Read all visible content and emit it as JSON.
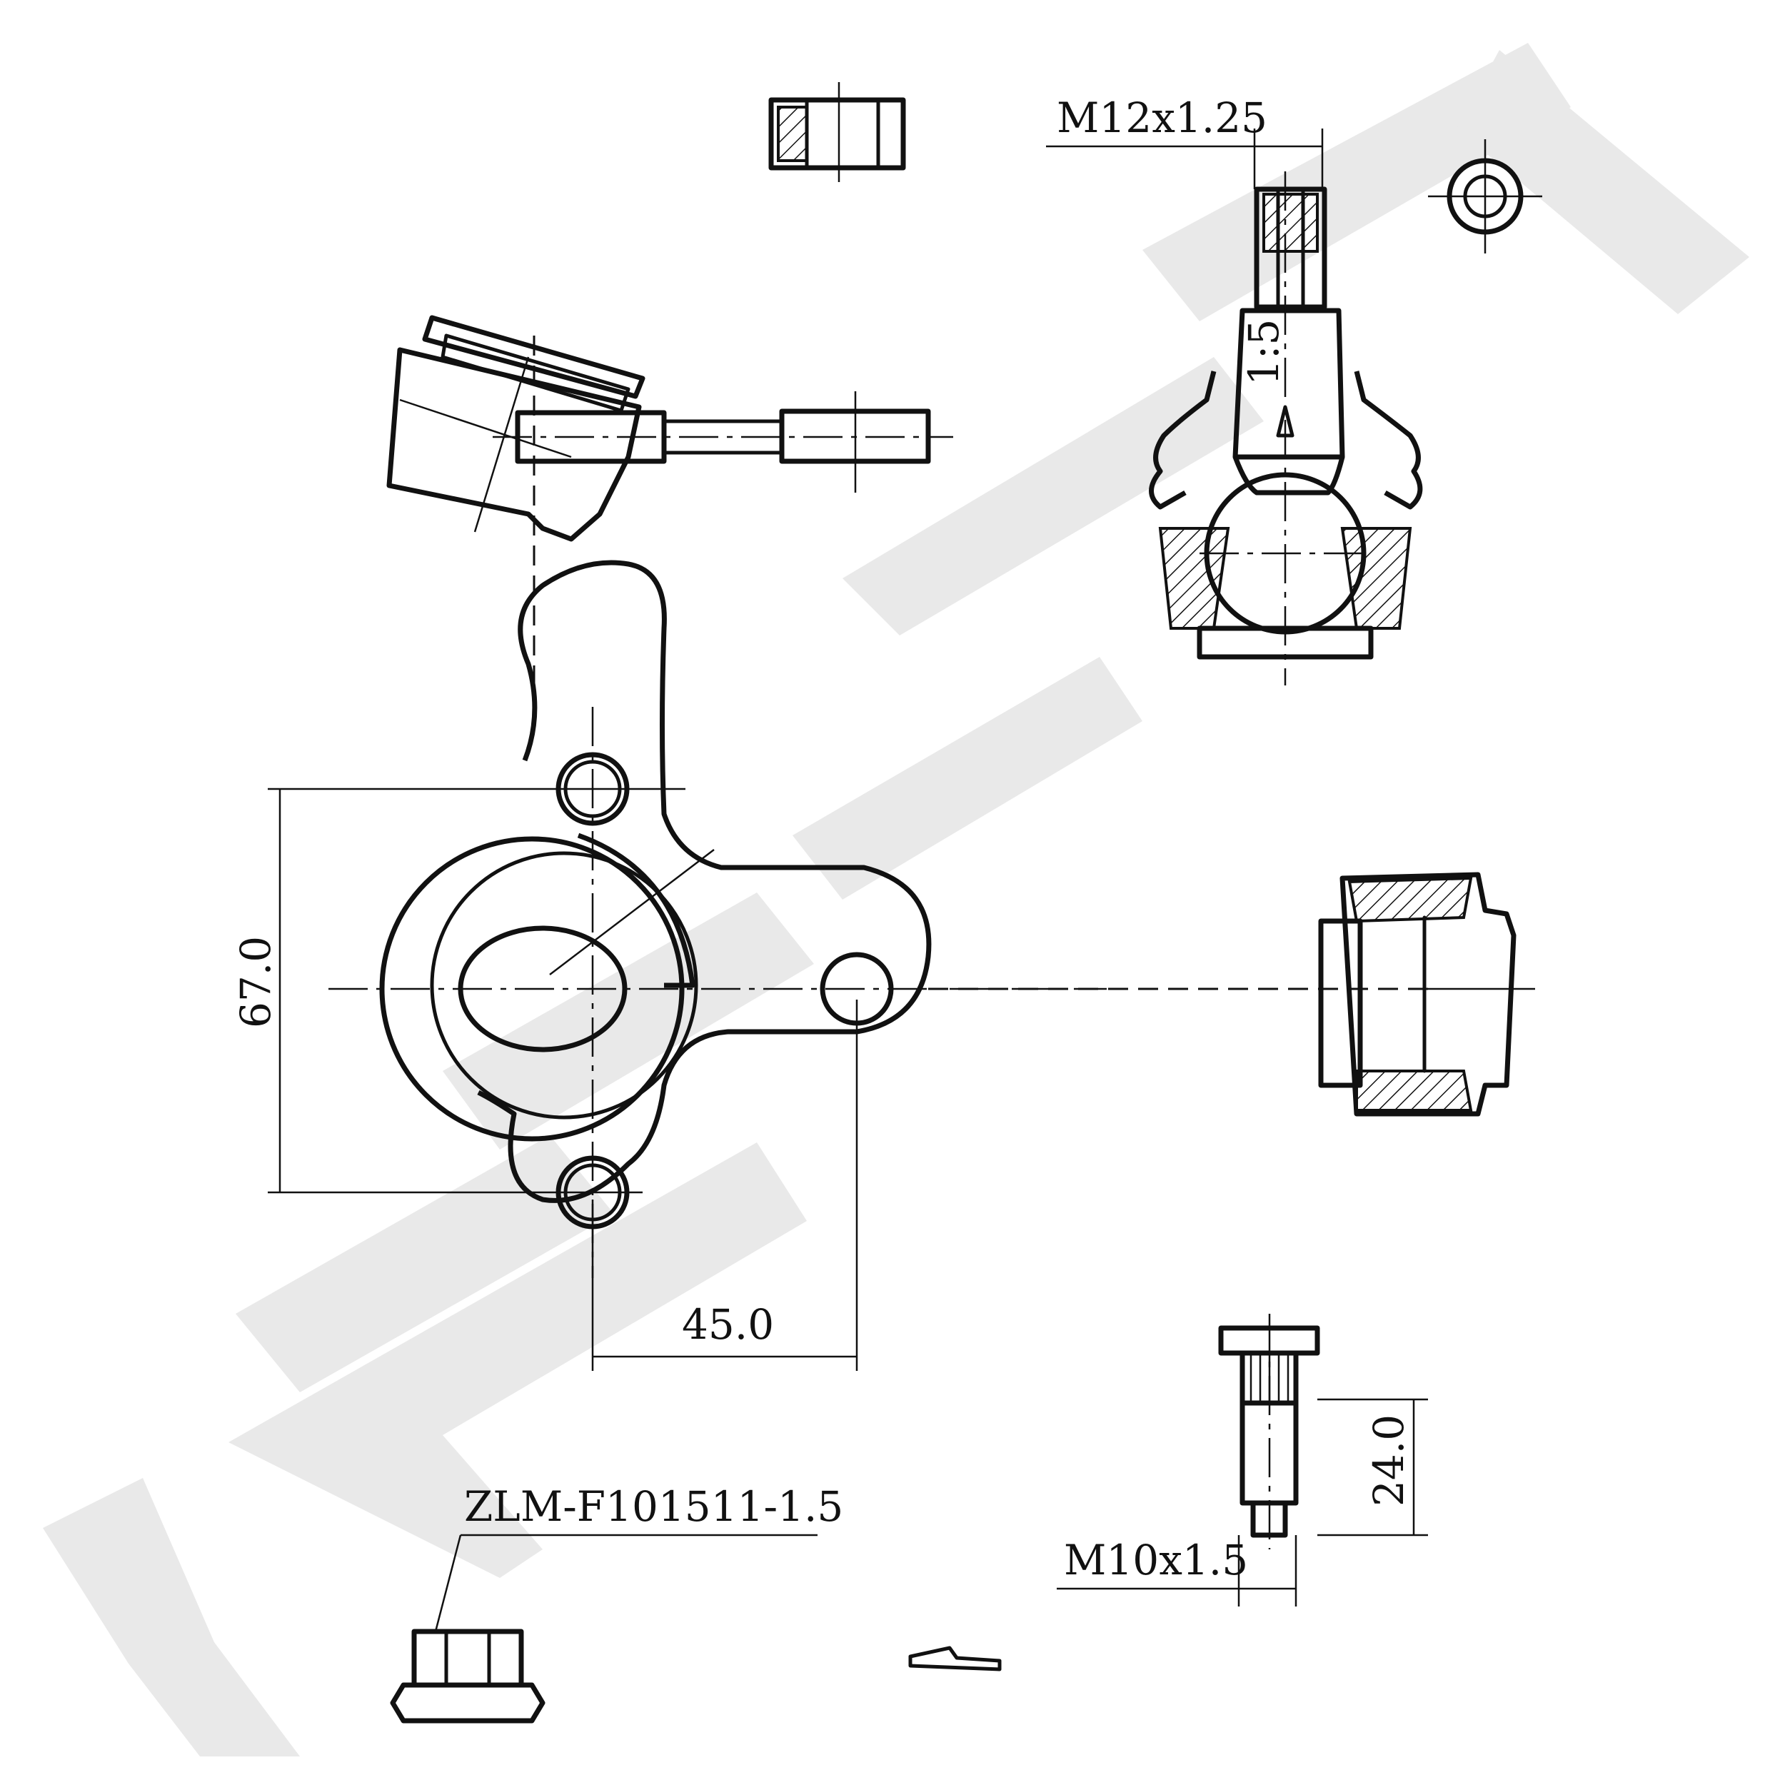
{
  "dimensions": {
    "height_label": "67.0",
    "width_label": "45.0",
    "stud_thread_label": "M12x1.25",
    "taper_label": "1:5",
    "bolt_length_label": "24.0",
    "bolt_thread_label": "M10x1.5",
    "nut_label": "ZLM-F101511-1.5"
  },
  "watermark": {
    "letters": "ZENMEK"
  }
}
